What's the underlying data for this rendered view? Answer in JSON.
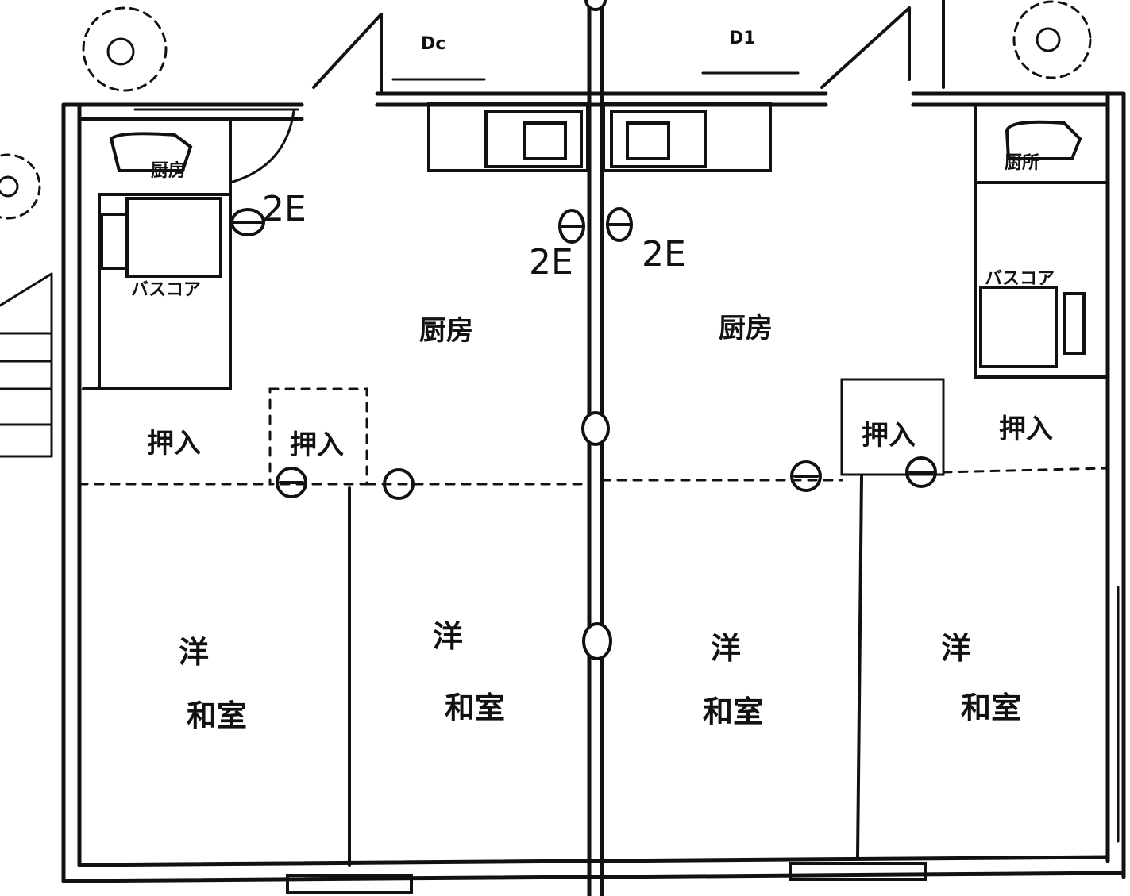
{
  "plan": {
    "door_labels": {
      "left": "Dc",
      "right": "D1"
    },
    "electric_labels": {
      "left_bath": "2E",
      "center_left": "2E",
      "center_right": "2E"
    },
    "kitchen_labels": {
      "left": "厨房",
      "right": "厨房"
    },
    "small_kitchen_labels": {
      "left": "厨房",
      "right": "厨所"
    },
    "bath_labels": {
      "left": "バスコア",
      "right": "バスコア"
    },
    "closet_labels": {
      "c1": "押入",
      "c2": "押入",
      "c3": "押入",
      "c4": "押入"
    },
    "room_labels": {
      "r1_note": "洋",
      "r1_main": "和室",
      "r2_note": "洋",
      "r2_main": "和室",
      "r3_note": "洋",
      "r3_main": "和室",
      "r4_note": "洋",
      "r4_main": "和室"
    }
  }
}
